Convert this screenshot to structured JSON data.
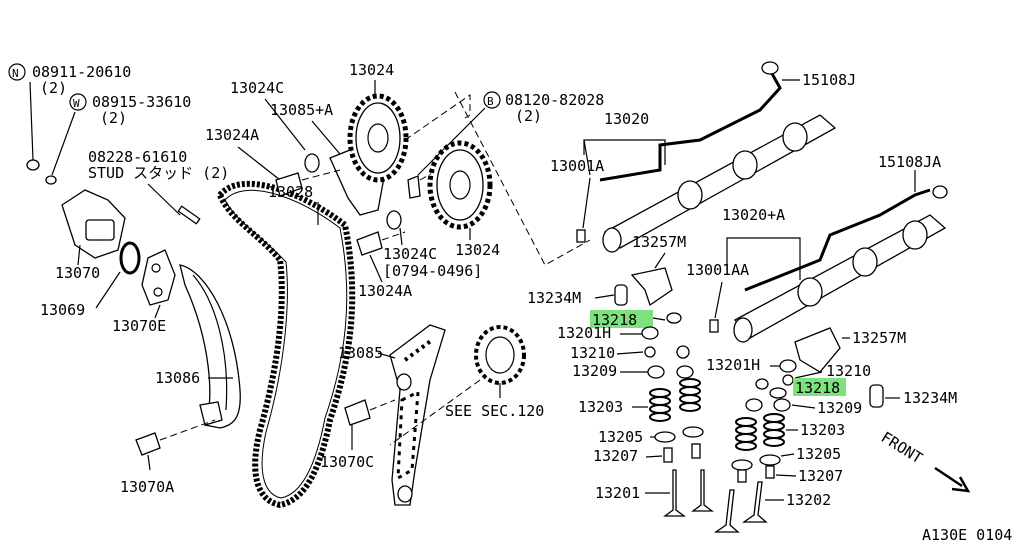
{
  "labels": {
    "n_bolt_code": "08911-20610",
    "n_bolt_qty": "(2)",
    "w_washer_code": "08915-33610",
    "w_washer_qty": "(2)",
    "stud_code": "08228-61610",
    "stud_desc": "STUD スタッド (2)",
    "p13070": "13070",
    "p13069": "13069",
    "p13070e": "13070E",
    "p13086": "13086",
    "p13070a": "13070A",
    "p13024c_top": "13024C",
    "p13085a": "13085+A",
    "p13024a_top": "13024A",
    "p13028": "13028",
    "p13024_top": "13024",
    "p13024_mid": "13024",
    "p13024c_mid": "13024C",
    "date_range": "[0794-0496]",
    "p13024a_mid": "13024A",
    "b_bolt_code": "08120-82028",
    "b_bolt_qty": "(2)",
    "p13085": "13085",
    "p13070c": "13070C",
    "see_sec": "SEE SEC.120",
    "p13020": "13020",
    "p13001a": "13001A",
    "p15108j": "15108J",
    "p15108ja": "15108JA",
    "p13020a": "13020+A",
    "p13001aa": "13001AA",
    "p13257m_top": "13257M",
    "p13234m_left": "13234M",
    "p13218_left": "13218",
    "p13201h_left": "13201H",
    "p13210_left": "13210",
    "p13209_left": "13209",
    "p13203_left": "13203",
    "p13205_left": "13205",
    "p13207_left": "13207",
    "p13201": "13201",
    "p13257m_right": "13257M",
    "p13201h_right": "13201H",
    "p13210_right": "13210",
    "p13218_right": "13218",
    "p13234m_right": "13234M",
    "p13209_right": "13209",
    "p13203_right": "13203",
    "p13205_right": "13205",
    "p13207_right": "13207",
    "p13202": "13202",
    "front": "FRONT",
    "diagram_code": "A130E 0104",
    "n_marker": "N",
    "w_marker": "W",
    "b_marker": "B"
  },
  "colors": {
    "highlight": "#7de27d",
    "ink": "#000000"
  }
}
